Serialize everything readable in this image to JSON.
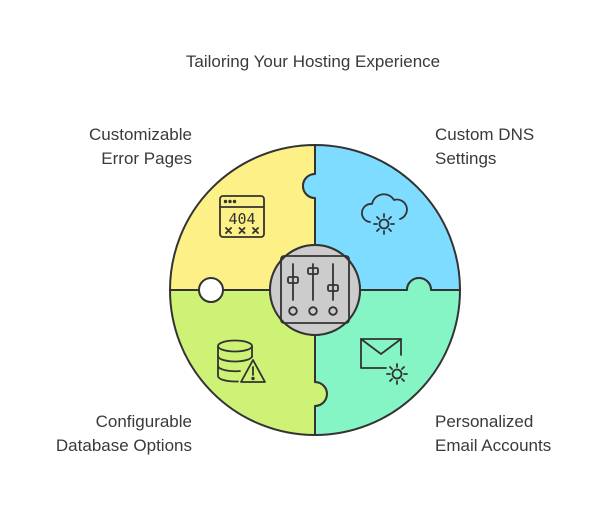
{
  "title": "Tailoring Your Hosting Experience",
  "pieces": [
    {
      "id": "top-left",
      "label_lines": [
        "Customizable",
        "Error Pages"
      ],
      "color": "#fcf086",
      "icon": "error-404-page-icon",
      "icon_text": "404"
    },
    {
      "id": "top-right",
      "label_lines": [
        "Custom DNS",
        "Settings"
      ],
      "color": "#7ddcff",
      "icon": "cloud-gear-icon"
    },
    {
      "id": "bottom-left",
      "label_lines": [
        "Configurable",
        "Database Options"
      ],
      "color": "#cdf276",
      "icon": "database-warning-icon"
    },
    {
      "id": "bottom-right",
      "label_lines": [
        "Personalized",
        "Email Accounts"
      ],
      "color": "#86f5c5",
      "icon": "email-gear-icon"
    }
  ],
  "center": {
    "color": "#cccccc",
    "icon": "sliders-control-icon"
  },
  "outline_color": "#333333"
}
